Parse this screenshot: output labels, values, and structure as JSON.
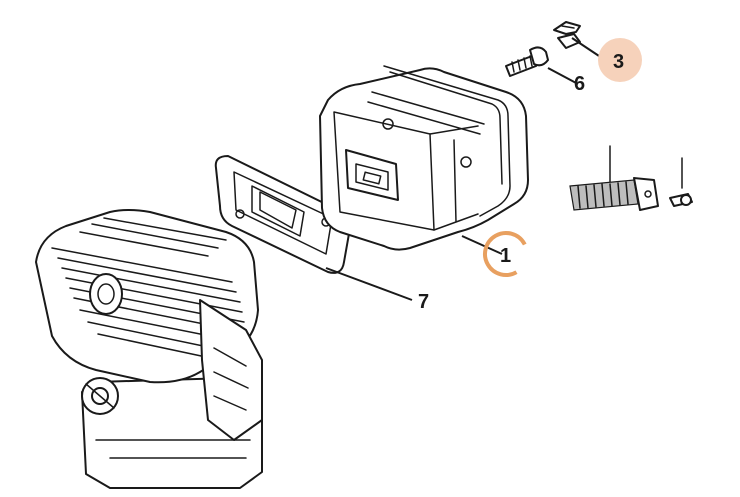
{
  "callouts": [
    {
      "number": "1",
      "highlight": "ring",
      "color": "#e8a060"
    },
    {
      "number": "3",
      "highlight": "disc",
      "color": "#f6d2bb"
    },
    {
      "number": "6",
      "highlight": "none"
    },
    {
      "number": "7",
      "highlight": "none"
    }
  ],
  "colors": {
    "line": "#1a1a1a",
    "background": "#ffffff",
    "ring": "#e8a060",
    "disc": "#f6d2bb"
  }
}
